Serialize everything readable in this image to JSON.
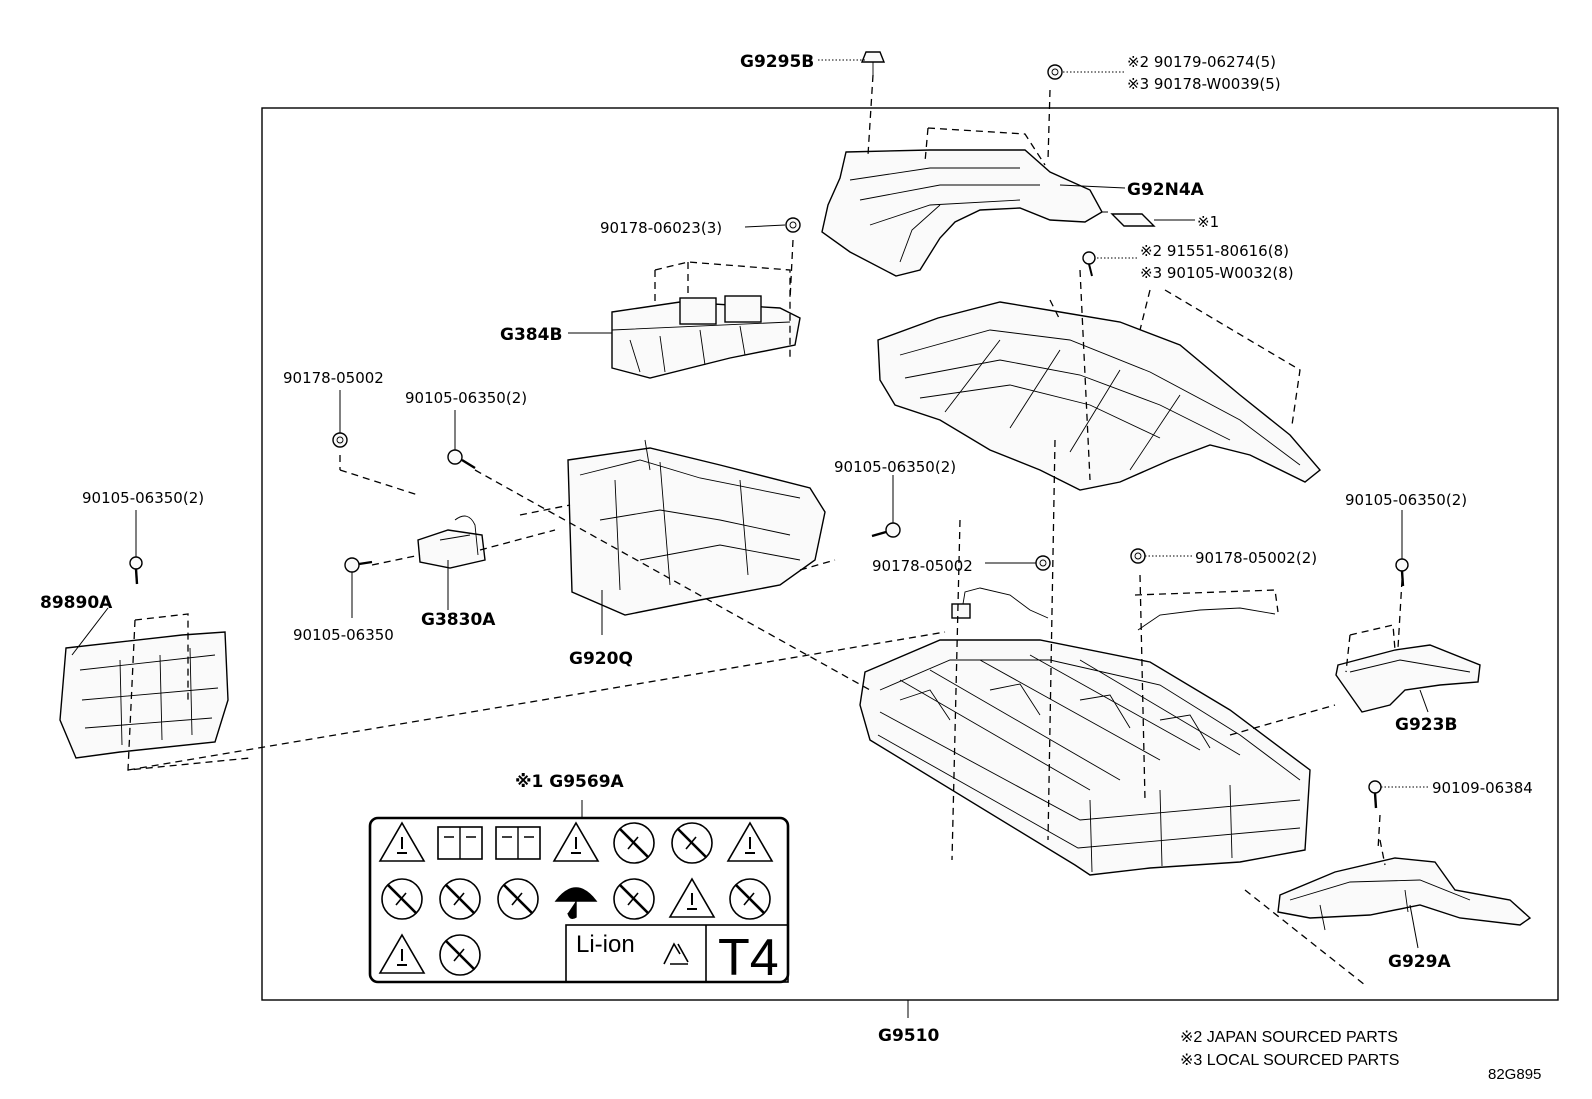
{
  "diagram_code": "82G895",
  "assembly": "G9510",
  "footnotes": [
    "※2 JAPAN SOURCED PARTS",
    "※3 LOCAL SOURCED PARTS"
  ],
  "labels": {
    "g9295b": "G9295B",
    "n90179_06274": "※2 90179-06274(5)",
    "n90178_w0039": "※3 90178-W0039(5)",
    "g92n4a": "G92N4A",
    "m1": "※1",
    "n91551_80616": "※2 91551-80616(8)",
    "n90105_w0032": "※3 90105-W0032(8)",
    "n90178_06023": "90178-06023(3)",
    "g384b": "G384B",
    "n90178_05002_a": "90178-05002",
    "n90105_06350_2a": "90105-06350(2)",
    "n90105_06350_2b": "90105-06350(2)",
    "n90105_06350_2c": "90105-06350(2)",
    "n90105_06350_2d": "90105-06350(2)",
    "n90105_06350": "90105-06350",
    "g3830a": "G3830A",
    "g920q": "G920Q",
    "n90178_05002_b": "90178-05002",
    "n90178_05002_2": "90178-05002(2)",
    "p89890a": "89890A",
    "g923b": "G923B",
    "n90109_06384": "90109-06384",
    "g9569a": "※1 G9569A",
    "g929a": "G929A"
  },
  "warning_label": {
    "chem_text": "Li-ion",
    "class_text": "T4",
    "icons": [
      "general-warning-icon",
      "read-manual-icon",
      "book-icon",
      "high-voltage-icon",
      "no-touch-icon",
      "no-fire-icon",
      "flammable-icon",
      "no-children-icon",
      "no-disassembly-icon",
      "no-crushing-icon",
      "keep-dry-icon",
      "no-short-circuit-icon",
      "corrosive-icon",
      "no-heating-icon",
      "explosive-icon",
      "no-climbing-icon",
      "recycle-icon"
    ]
  }
}
